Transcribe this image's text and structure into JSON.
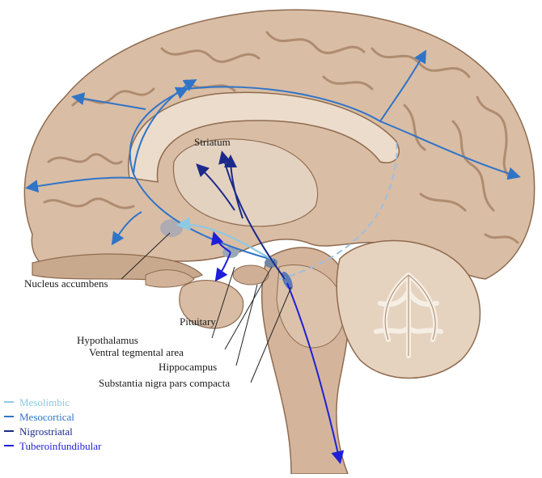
{
  "labels": {
    "striatum": "Striatum",
    "nucleus_accumbens": "Nucleus accumbens",
    "pituitary": "Pituitary",
    "hypothalamus": "Hypothalamus",
    "vta": "Ventral tegmental area",
    "hippocampus": "Hippocampus",
    "snpc": "Substantia nigra pars compacta"
  },
  "legend": [
    {
      "label": "Mesolimbic",
      "color": "#8ec9e2"
    },
    {
      "label": "Mesocortical",
      "color": "#2f74c7"
    },
    {
      "label": "Nigrostriatal",
      "color": "#1b2a8a"
    },
    {
      "label": "Tuberoinfundibular",
      "color": "#1f1fd8"
    }
  ],
  "colors": {
    "brain_tissue": "#d9bda5",
    "brain_shadow": "#a88467",
    "inner_structures": "#e4d2c0",
    "cerebellum_white": "#f2ece2"
  }
}
